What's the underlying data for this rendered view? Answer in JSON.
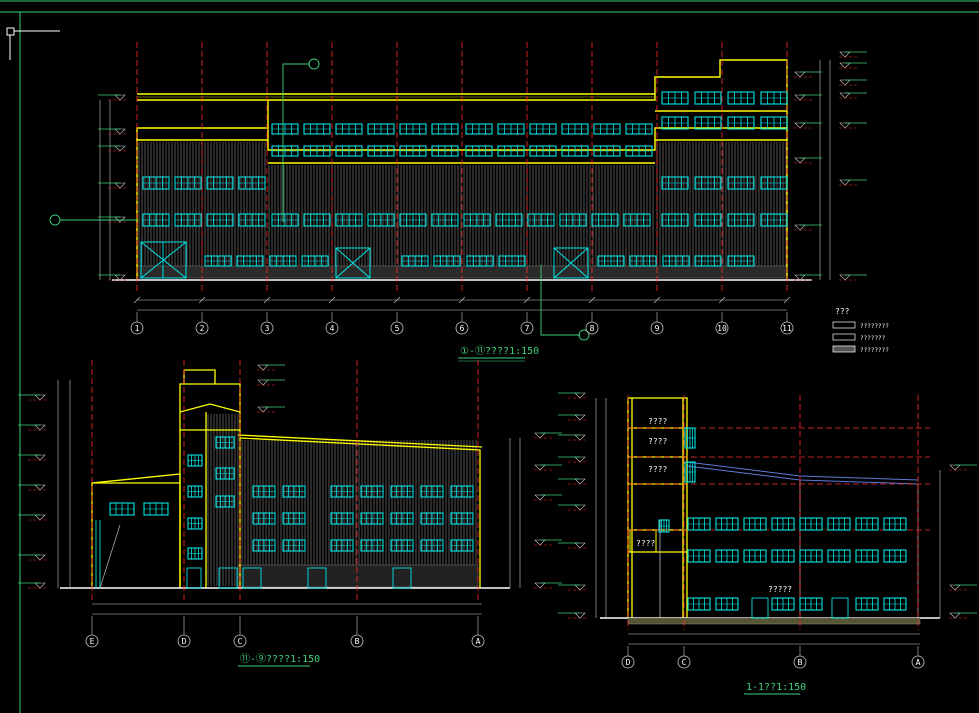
{
  "colors": {
    "background": "#000000",
    "frame": "#3fd07a",
    "outline": "#ffff00",
    "gridline": "#ff2a2a",
    "window": "#00e5e5",
    "dim": "#c8c8c8",
    "wall_hatch": "#9a9a9a",
    "ground": "#ffffff",
    "tag": "#3fd07a",
    "title": "#3fd07a"
  },
  "views": {
    "front_title": "①-⑪????1:150",
    "side_title": "⑪-⑨????1:150",
    "section_title": "1-1??1:150",
    "section_room_labels": [
      "????",
      "????",
      "????",
      "????",
      "?????"
    ]
  },
  "front_axis_labels": [
    "1",
    "2",
    "3",
    "4",
    "5",
    "6",
    "7",
    "8",
    "9",
    "10",
    "11"
  ],
  "side_axis_labels": [
    "E",
    "D",
    "C",
    "B",
    "A"
  ],
  "section_axis_labels": [
    "D",
    "C",
    "B",
    "A"
  ],
  "legend": {
    "title": "???",
    "items": [
      "????????",
      "???????",
      "????????"
    ]
  }
}
